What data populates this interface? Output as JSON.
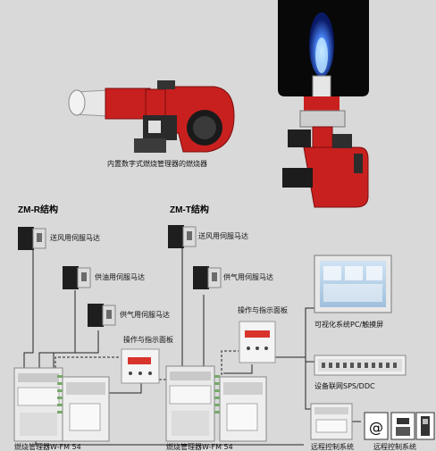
{
  "burner_caption": "内置数字式燃烧管理器的燃烧器",
  "zm_r": {
    "title": "ZM-R结构",
    "air_servo": "送风用伺服马达",
    "oil_servo": "供油用伺服马达",
    "gas_servo": "供气用伺服马达",
    "panel": "操作与指示面板",
    "manager": "燃烧管理器W-FM 54"
  },
  "zm_t": {
    "title": "ZM-T结构",
    "air_servo": "送风用伺服马达",
    "gas_servo": "供气用伺服马达",
    "panel": "操作与指示面板",
    "manager": "燃烧管理器W-FM 54"
  },
  "visual_pc": "可视化系统PC/触摸屏",
  "network": "设备联网SPS/DDC",
  "remote_control": "远程控制系统",
  "remote_control_2": "远程控制系统",
  "colors": {
    "burner_red": "#c8201f",
    "flame_blue": "#2f6bff",
    "line": "#222222",
    "background": "#d9d9d9"
  }
}
